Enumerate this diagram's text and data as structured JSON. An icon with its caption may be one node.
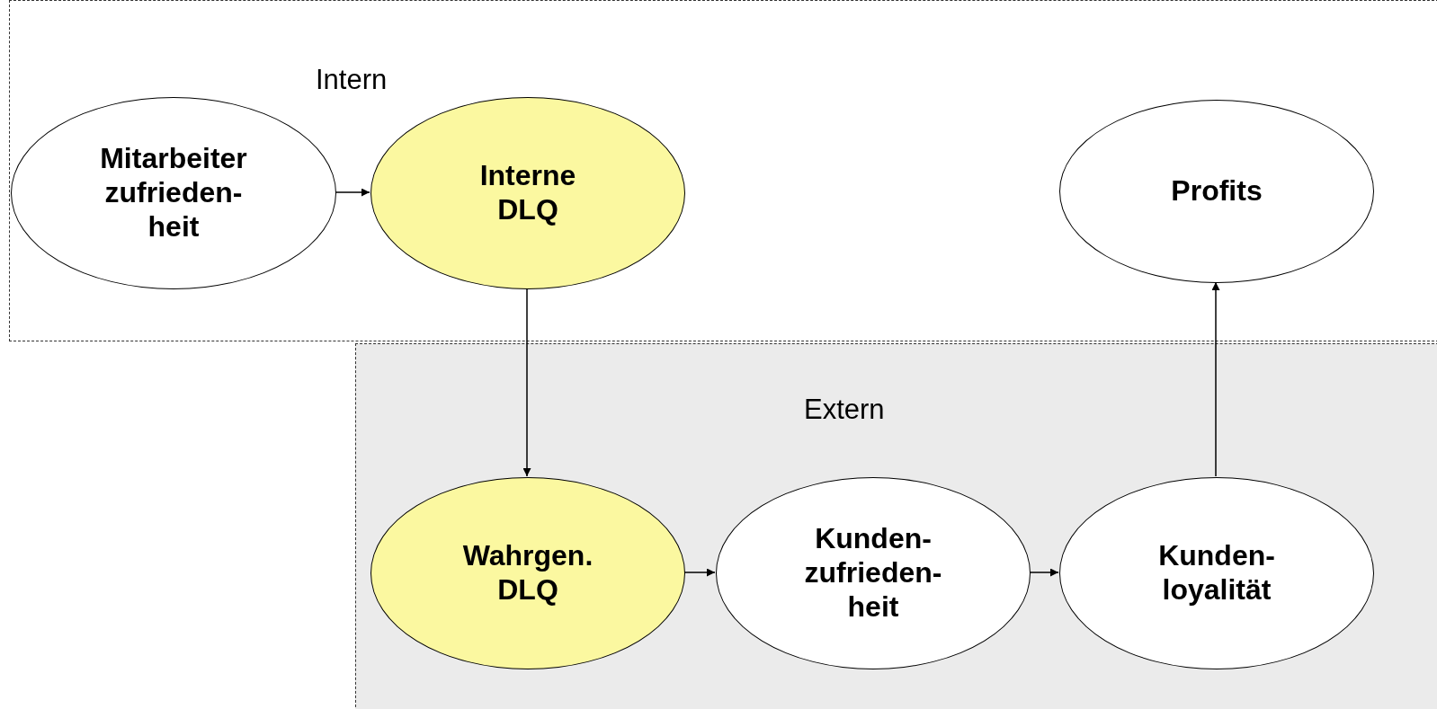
{
  "diagram": {
    "nodes": [
      {
        "text": [
          "Intern"
        ]
      },
      {
        "text": [
          "Mitarbeiter zufrieden- heit"
        ],
        "in": 0
      },
      {
        "text": [
          "Interne DLQ"
        ],
        "in": 0
      },
      {
        "text": [
          "Profits"
        ],
        "in": 0
      },
      {
        "text": [
          "Extern"
        ]
      },
      {
        "text": [
          "Wahrgen. DLQ"
        ],
        "in": 4
      },
      {
        "text": [
          "Kunden- zufrieden- heit"
        ],
        "in": 4
      },
      {
        "text": [
          "Kunden- loyalität"
        ],
        "in": 4
      }
    ],
    "edges": [
      {
        "from": 1,
        "to": 2,
        "arrow": "to"
      },
      {
        "from": 2,
        "to": 5,
        "arrow": "to"
      },
      {
        "from": 5,
        "to": 6,
        "arrow": "to"
      },
      {
        "from": 6,
        "to": 7,
        "arrow": "to"
      },
      {
        "from": 7,
        "to": 3,
        "arrow": "to"
      }
    ]
  }
}
